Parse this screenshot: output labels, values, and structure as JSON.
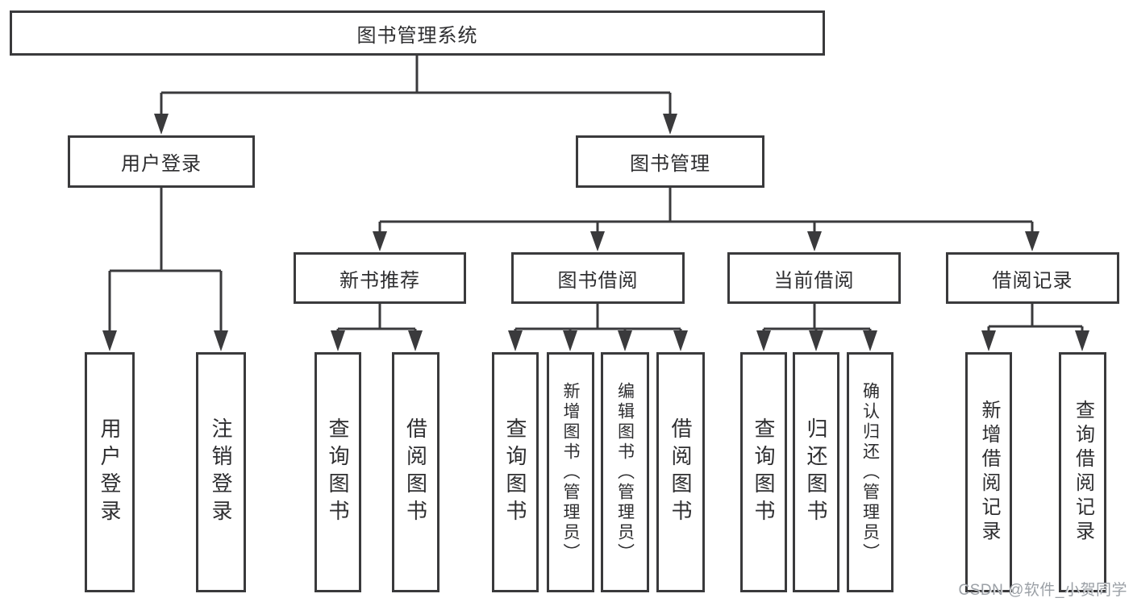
{
  "title": "图书管理系统",
  "colors": {
    "line": "#3a3a3c",
    "box_border": "#3a3a3c",
    "box_fill": "#ffffff",
    "text": "#2e2e30",
    "background": "#ffffff",
    "watermark": "#9ba0a6"
  },
  "nodes": {
    "root": {
      "label": "图书管理系统"
    },
    "level2": {
      "user_login": {
        "label": "用户登录",
        "parent": "图书管理系统"
      },
      "book_mgmt": {
        "label": "图书管理",
        "parent": "图书管理系统"
      }
    },
    "level3": {
      "new_book_rec": {
        "label": "新书推荐",
        "parent": "图书管理"
      },
      "book_borrow": {
        "label": "图书借阅",
        "parent": "图书管理"
      },
      "current_borrow": {
        "label": "当前借阅",
        "parent": "图书管理"
      },
      "borrow_records": {
        "label": "借阅记录",
        "parent": "图书管理"
      }
    },
    "leaves": {
      "ul_login": {
        "label": "用户登录",
        "parent": "用户登录"
      },
      "ul_logout": {
        "label": "注销登录",
        "parent": "用户登录"
      },
      "nb_query": {
        "label": "查询图书",
        "parent": "新书推荐"
      },
      "nb_borrow": {
        "label": "借阅图书",
        "parent": "新书推荐"
      },
      "bb_query": {
        "label": "查询图书",
        "parent": "图书借阅"
      },
      "bb_add": {
        "label": "新增图书（管理员）",
        "parent": "图书借阅"
      },
      "bb_edit": {
        "label": "编辑图书（管理员）",
        "parent": "图书借阅"
      },
      "bb_borrow": {
        "label": "借阅图书",
        "parent": "图书借阅"
      },
      "cb_query": {
        "label": "查询图书",
        "parent": "当前借阅"
      },
      "cb_return": {
        "label": "归还图书",
        "parent": "当前借阅"
      },
      "cb_confirm": {
        "label": "确认归还（管理员）",
        "parent": "当前借阅"
      },
      "br_add": {
        "label": "新增借阅记录",
        "parent": "借阅记录"
      },
      "br_query": {
        "label": "查询借阅记录",
        "parent": "借阅记录"
      }
    }
  },
  "watermark": {
    "text": "CSDN @软件_小贺同学"
  }
}
